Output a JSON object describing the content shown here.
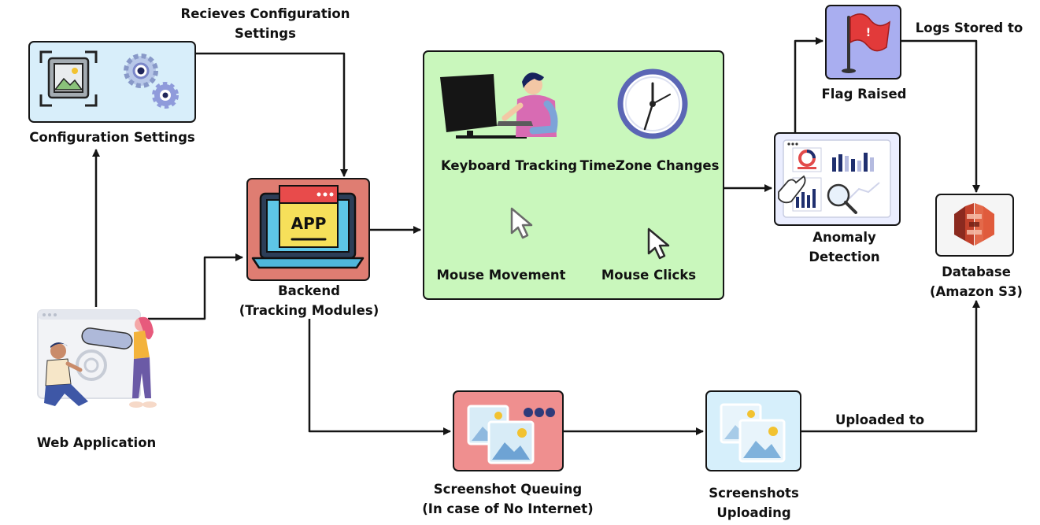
{
  "colors": {
    "config_box": "#d8eefa",
    "backend_box": "#df7d72",
    "modules_box": "#c9f7bc",
    "flag_box": "#a9aef0",
    "anomaly_box": "#ebeeff",
    "database_box": "#f5f5f5",
    "queue_box": "#ef8f8f",
    "upload_box": "#d6effb",
    "edge": "#151515"
  },
  "nodes": {
    "config": {
      "label": "Configuration Settings",
      "icon": "image-gear-icon"
    },
    "webapp": {
      "label": "Web Application",
      "icon": "people-browser-icon"
    },
    "backend": {
      "label_line1": "Backend",
      "label_line2": "(Tracking Modules)",
      "icon": "laptop-app-icon",
      "app_text": "APP"
    },
    "modules": {
      "keyboard": "Keyboard Tracking",
      "timezone": "TimeZone Changes",
      "mouse_move": "Mouse Movement",
      "mouse_click": "Mouse Clicks"
    },
    "anomaly": {
      "label_line1": "Anomaly",
      "label_line2": "Detection",
      "icon": "dashboard-magnifier-icon"
    },
    "flag": {
      "label": "Flag Raised",
      "icon": "red-flag-icon"
    },
    "database": {
      "label_line1": "Database",
      "label_line2": "(Amazon S3)",
      "icon": "amazon-s3-icon"
    },
    "queue": {
      "label_line1": "Screenshot Queuing",
      "label_line2": "(In case of No Internet)",
      "icon": "screenshot-queue-icon"
    },
    "uploading": {
      "label_line1": "Screenshots",
      "label_line2": "Uploading",
      "icon": "screenshot-upload-icon"
    }
  },
  "edges": {
    "config_to_backend_line1": "Recieves Configuration",
    "config_to_backend_line2": "Settings",
    "flag_to_db": "Logs Stored to",
    "upload_to_db": "Uploaded to"
  }
}
